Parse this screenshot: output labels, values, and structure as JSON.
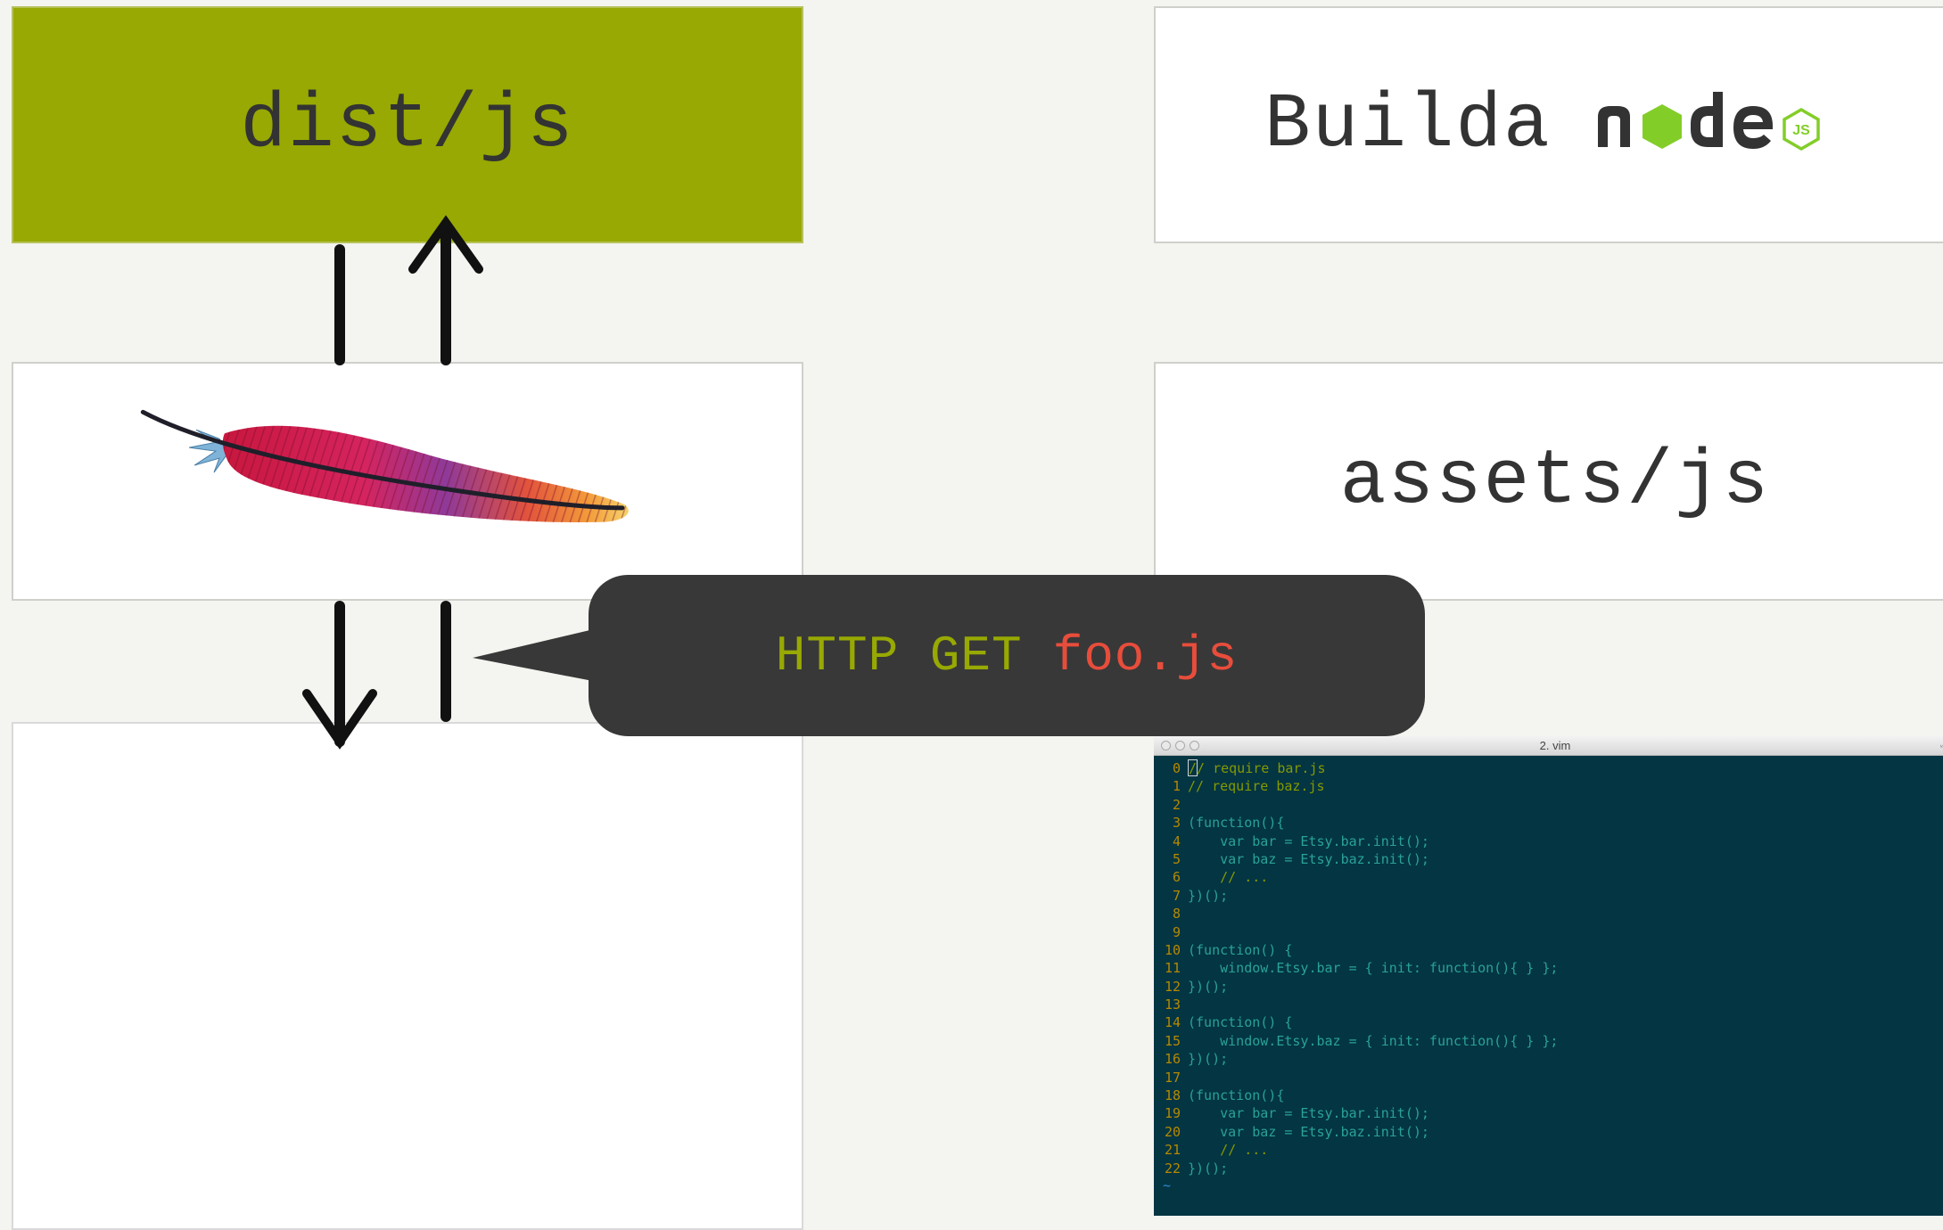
{
  "boxes": {
    "dist_label": "dist/js",
    "builda_label": "Builda",
    "assets_label": "assets/js"
  },
  "logos": {
    "node_logo_text": "node",
    "node_logo_badge": "JS",
    "apache_feather": "apache-feather-logo"
  },
  "bubble": {
    "method": "HTTP GET",
    "file": "foo.js"
  },
  "terminal": {
    "title": "2. vim",
    "lines": [
      {
        "n": "0",
        "t": "// require bar.js",
        "kind": "comment",
        "cursor": true
      },
      {
        "n": "1",
        "t": "// require baz.js",
        "kind": "comment"
      },
      {
        "n": "2",
        "t": "",
        "kind": "plain"
      },
      {
        "n": "3",
        "t": "(function(){",
        "kind": "plain"
      },
      {
        "n": "4",
        "t": "    var bar = Etsy.bar.init();",
        "kind": "plain"
      },
      {
        "n": "5",
        "t": "    var baz = Etsy.baz.init();",
        "kind": "plain"
      },
      {
        "n": "6",
        "t": "    // ...",
        "kind": "comment"
      },
      {
        "n": "7",
        "t": "})();",
        "kind": "plain"
      },
      {
        "n": "8",
        "t": "",
        "kind": "plain"
      },
      {
        "n": "9",
        "t": "",
        "kind": "plain"
      },
      {
        "n": "10",
        "t": "(function() {",
        "kind": "plain"
      },
      {
        "n": "11",
        "t": "    window.Etsy.bar = { init: function(){ } };",
        "kind": "plain"
      },
      {
        "n": "12",
        "t": "})();",
        "kind": "plain"
      },
      {
        "n": "13",
        "t": "",
        "kind": "plain"
      },
      {
        "n": "14",
        "t": "(function() {",
        "kind": "plain"
      },
      {
        "n": "15",
        "t": "    window.Etsy.baz = { init: function(){ } };",
        "kind": "plain"
      },
      {
        "n": "16",
        "t": "})();",
        "kind": "plain"
      },
      {
        "n": "17",
        "t": "",
        "kind": "plain"
      },
      {
        "n": "18",
        "t": "(function(){",
        "kind": "plain"
      },
      {
        "n": "19",
        "t": "    var bar = Etsy.bar.init();",
        "kind": "plain"
      },
      {
        "n": "20",
        "t": "    var baz = Etsy.baz.init();",
        "kind": "plain"
      },
      {
        "n": "21",
        "t": "    // ...",
        "kind": "comment"
      },
      {
        "n": "22",
        "t": "})();",
        "kind": "plain"
      }
    ],
    "tilde": "~"
  },
  "colors": {
    "dist_bg": "#97a902",
    "bubble_bg": "#383838",
    "method_color": "#97a902",
    "file_color": "#e84d3b",
    "terminal_bg": "#033543",
    "node_green": "#83cd29"
  }
}
